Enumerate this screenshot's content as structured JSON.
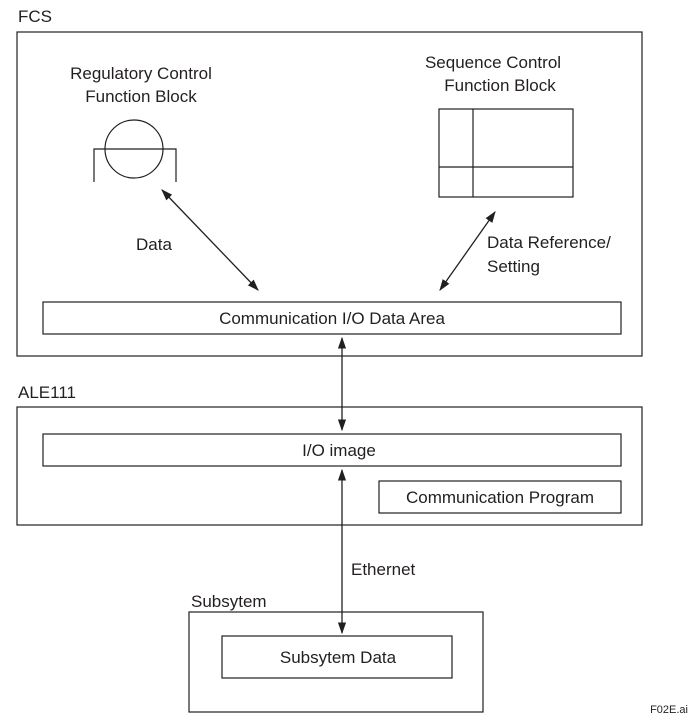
{
  "fcs": {
    "title": "FCS",
    "regulatory_block": {
      "line1": "Regulatory Control",
      "line2": "Function Block"
    },
    "sequence_block": {
      "line1": "Sequence Control",
      "line2": "Function Block"
    },
    "data_label": "Data",
    "data_reference_label": {
      "line1": "Data Reference/",
      "line2": "Setting"
    },
    "comm_io_area": "Communication I/O Data Area"
  },
  "ale111": {
    "title": "ALE111",
    "io_image": "I/O image",
    "comm_program": "Communication Program"
  },
  "ethernet_label": "Ethernet",
  "subsystem": {
    "title": "Subsytem",
    "data": "Subsytem Data"
  },
  "file_code": "F02E.ai"
}
